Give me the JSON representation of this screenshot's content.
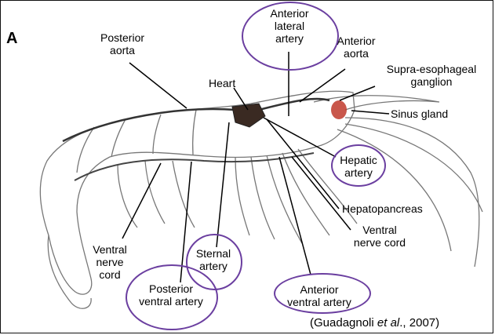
{
  "panel_label": "A",
  "labels": {
    "posterior_aorta": "Posterior\naorta",
    "anterior_lateral_artery": "Anterior\nlateral\nartery",
    "anterior_aorta": "Anterior\naorta",
    "heart": "Heart",
    "supra_esophageal_ganglion": "Supra-esophageal\nganglion",
    "sinus_gland": "Sinus gland",
    "hepatic_artery": "Hepatic\nartery",
    "hepatopancreas": "Hepatopancreas",
    "ventral_nerve_cord_right": "Ventral\nnerve cord",
    "ventral_nerve_cord_left": "Ventral\nnerve\ncord",
    "sternal_artery": "Sternal\nartery",
    "posterior_ventral_artery": "Posterior\nventral artery",
    "anterior_ventral_artery": "Anterior\nventral artery"
  },
  "citation": {
    "before": "(Guadagnoli ",
    "italic": "et al",
    "after": "., 2007)"
  },
  "colors": {
    "highlight_circle": "#6b3fa0",
    "heart": "#3a2a22",
    "ganglion": "#c0392b"
  }
}
